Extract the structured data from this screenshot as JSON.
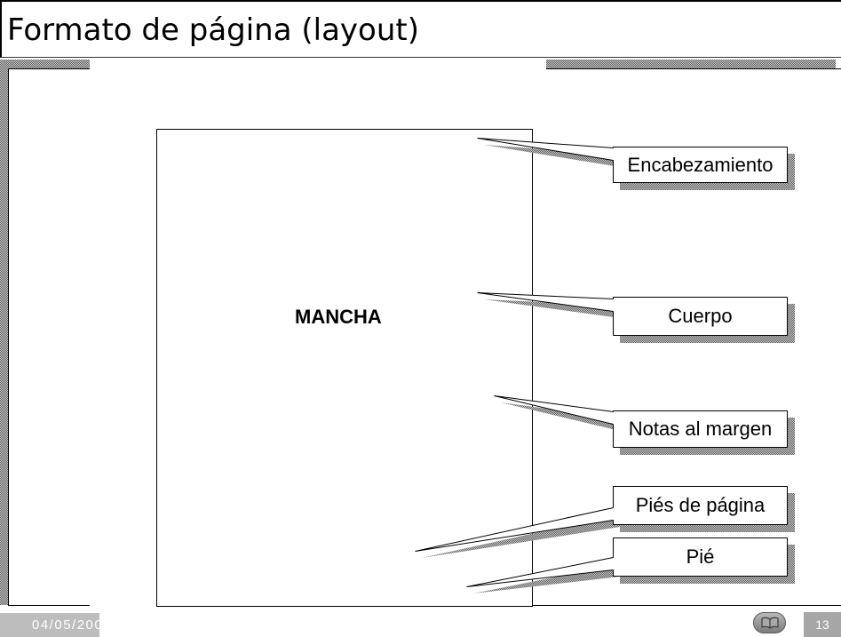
{
  "slide": {
    "title": "Formato de página (layout)",
    "diagram": {
      "page_label": "MANCHA",
      "callouts": [
        {
          "label": "Encabezamiento"
        },
        {
          "label": "Cuerpo"
        },
        {
          "label": "Notas al margen"
        },
        {
          "label": "Piés de página"
        },
        {
          "label": "Pié"
        }
      ]
    }
  },
  "footer": {
    "date": "04/05/200",
    "slide_number": "13",
    "nav_icon": "book-icon"
  },
  "colors": {
    "text": "#000000",
    "outline": "#000000",
    "shadow_hatch_dark": "#5f5f5f",
    "shadow_hatch_light": "#c9c9c9",
    "footer_box": "#a6a6a6",
    "footer_text": "#ffffff"
  }
}
